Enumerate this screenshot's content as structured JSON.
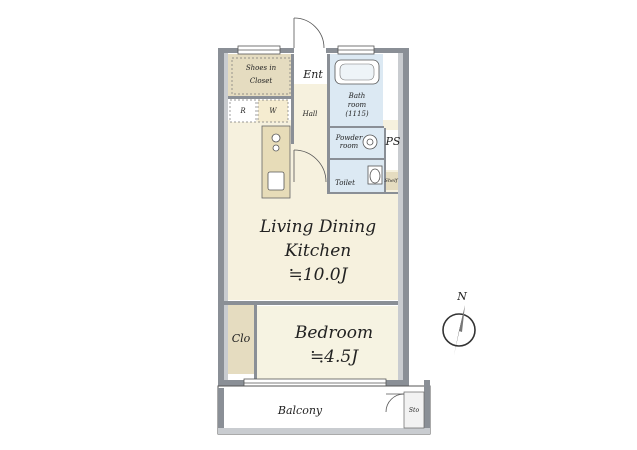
{
  "rooms": {
    "shoes": {
      "line1": "Shoes in",
      "line2": "Closet"
    },
    "ent": "Ent",
    "bath": {
      "line1": "Bath",
      "line2": "room",
      "line3": "(1115)"
    },
    "r": "R",
    "w": "W",
    "hall": "Hall",
    "powder": {
      "line1": "Powder",
      "line2": "room"
    },
    "ps": "PS",
    "toilet": "Toilet",
    "shelf": "Shelf",
    "ldk": {
      "line1": "Living Dining",
      "line2": "Kitchen",
      "area": "≒10.0J"
    },
    "clo": "Clo",
    "bedroom": {
      "name": "Bedroom",
      "area": "≒4.5J"
    },
    "balcony": "Balcony",
    "sto": "Sto"
  },
  "compass": {
    "label": "N"
  },
  "colors": {
    "ldk": "#f6f1de",
    "bedroom": "#f6f3e2",
    "wet": "#dce9f3",
    "closet": "#e5dcc0",
    "wall": "#8a8f96"
  }
}
